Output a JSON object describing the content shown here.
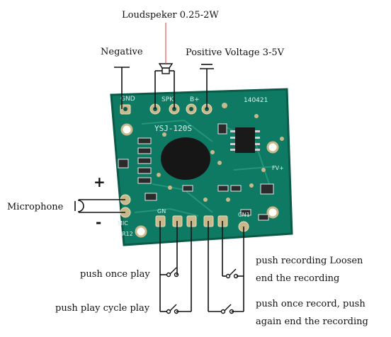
{
  "labels": {
    "loudspeaker": "Loudspeker 0.25-2W",
    "negative": "Negative",
    "positive_voltage": "Positive Voltage 3-5V",
    "microphone": "Microphone",
    "push_once_play": "push once play",
    "push_play_cycle": "push play cycle play",
    "push_recording_line1": "push recording Loosen",
    "push_recording_line2": "end the recording",
    "push_once_record_line1": "push once record, push",
    "push_once_record_line2": "again end the recording"
  },
  "symbols": {
    "plus": "+",
    "minus": "-"
  },
  "board": {
    "pad_gnd": "GND",
    "pad_spk": "SPK",
    "pad_b": "B+",
    "chip_code": "140421",
    "model": "YSJ-120S",
    "pad_mic": "MIC",
    "pad_r12": "R12",
    "pad_cn1": "CN1",
    "pad_gn": "GN",
    "pad_fv": "FV+"
  },
  "colors": {
    "board_green": "#0f7a63",
    "board_dark": "#0a5a48",
    "silk": "#d8efe8",
    "pad_gold": "#c9b98a",
    "red_wire": "#e03a3a",
    "wire": "#111111"
  }
}
